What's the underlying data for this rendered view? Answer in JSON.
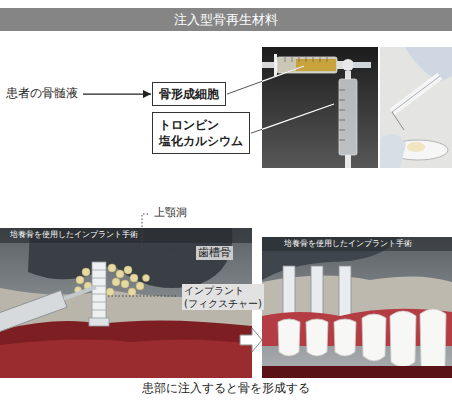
{
  "diagram": {
    "title": "注入型骨再生材料",
    "caption": "患部に注入すると骨を形成する",
    "nodes": [
      {
        "text": [
          "患者の骨髄液"
        ]
      },
      {
        "text": [
          "骨形成細胞"
        ]
      },
      {
        "text": [
          "トロンビン 塩化カルシウム"
        ]
      }
    ],
    "edges": [
      {
        "from": 0,
        "to": 1,
        "arrow": "to"
      }
    ],
    "labels": [
      "上顎洞",
      "歯槽骨",
      "インプラント (フィクスチャー)",
      "培養骨を使用したインプラント手術",
      "培養骨を使用したインプラント手術"
    ]
  }
}
